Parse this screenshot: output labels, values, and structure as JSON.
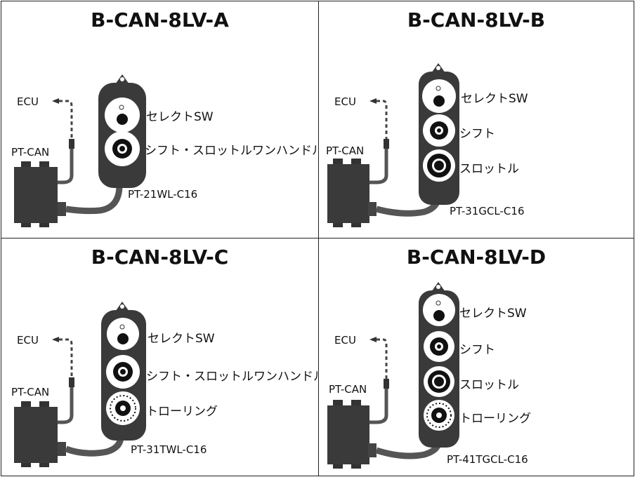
{
  "panels": [
    {
      "title": "B-CAN-8LV-A",
      "ecu": "ECU",
      "pt_can": "PT-CAN",
      "model": "PT-21WL-C16",
      "rows": [
        "セレクトSW",
        "シフト・スロットルワンハンドル"
      ]
    },
    {
      "title": "B-CAN-8LV-B",
      "ecu": "ECU",
      "pt_can": "PT-CAN",
      "model": "PT-31GCL-C16",
      "rows": [
        "セレクトSW",
        "シフト",
        "スロットル"
      ]
    },
    {
      "title": "B-CAN-8LV-C",
      "ecu": "ECU",
      "pt_can": "PT-CAN",
      "model": "PT-31TWL-C16",
      "rows": [
        "セレクトSW",
        "シフト・スロットルワンハンドル",
        "トローリング"
      ]
    },
    {
      "title": "B-CAN-8LV-D",
      "ecu": "ECU",
      "pt_can": "PT-CAN",
      "model": "PT-41TGCL-C16",
      "rows": [
        "セレクトSW",
        "シフト",
        "スロットル",
        "トローリング"
      ]
    }
  ],
  "colors": {
    "device": "#3a3a3a",
    "knob_face": "#ffffff",
    "border": "#222222"
  },
  "icons": [
    "arrow-left-icon",
    "select-button-icon",
    "shift-throttle-knob-icon",
    "trolling-knob-icon"
  ]
}
